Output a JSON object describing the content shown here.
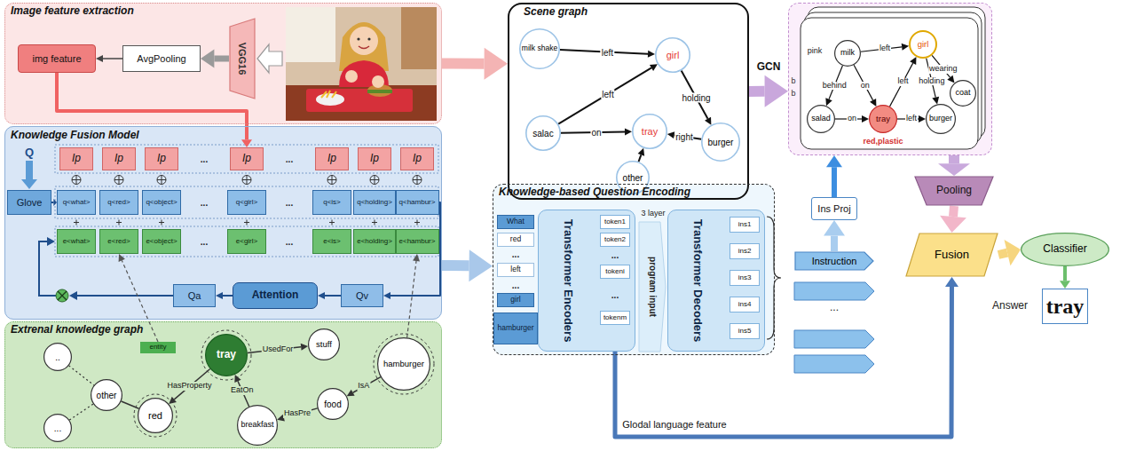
{
  "diagram": {
    "nodes": [
      {
        "text": [
          "Image feature extraction"
        ]
      },
      {
        "text": [
          "img feature"
        ],
        "in": 0
      },
      {
        "text": [
          "AvgPooling"
        ],
        "in": 0
      },
      {
        "text": [
          "VGG16"
        ],
        "in": 0
      },
      {
        "text": [
          "Knowledge Fusion Model"
        ]
      },
      {
        "text": [
          "Ip"
        ],
        "in": 4
      },
      {
        "text": [
          "Ip"
        ],
        "in": 4
      },
      {
        "text": [
          "Ip"
        ],
        "in": 4
      },
      {
        "text": [
          "Ip"
        ],
        "in": 4
      },
      {
        "text": [
          "Ip"
        ],
        "in": 4
      },
      {
        "text": [
          "Ip"
        ],
        "in": 4
      },
      {
        "text": [
          "Ip"
        ],
        "in": 4
      },
      {
        "text": [
          "Glove"
        ],
        "in": 4
      },
      {
        "text": [
          "q<what>"
        ],
        "in": 4
      },
      {
        "text": [
          "q<red>"
        ],
        "in": 4
      },
      {
        "text": [
          "q<object>"
        ],
        "in": 4
      },
      {
        "text": [
          "q<girl>"
        ],
        "in": 4
      },
      {
        "text": [
          "q<is>"
        ],
        "in": 4
      },
      {
        "text": [
          "q<holding>"
        ],
        "in": 4
      },
      {
        "text": [
          "q<hambur>"
        ],
        "in": 4
      },
      {
        "text": [
          "e<what>"
        ],
        "in": 4
      },
      {
        "text": [
          "e<red>"
        ],
        "in": 4
      },
      {
        "text": [
          "e<object>"
        ],
        "in": 4
      },
      {
        "text": [
          "e<girl>"
        ],
        "in": 4
      },
      {
        "text": [
          "e<is>"
        ],
        "in": 4
      },
      {
        "text": [
          "e<holding>"
        ],
        "in": 4
      },
      {
        "text": [
          "e<hambur>"
        ],
        "in": 4
      },
      {
        "text": [
          "Qa"
        ],
        "in": 4
      },
      {
        "text": [
          "Attention"
        ],
        "in": 4
      },
      {
        "text": [
          "Qv"
        ],
        "in": 4
      },
      {
        "text": [
          "Extrenal knowledge graph"
        ]
      },
      {
        "text": [
          ".."
        ],
        "in": 30
      },
      {
        "text": [
          "..."
        ],
        "in": 30
      },
      {
        "text": [
          "other"
        ],
        "in": 30
      },
      {
        "text": [
          "red"
        ],
        "in": 30
      },
      {
        "text": [
          "entity"
        ],
        "in": 30
      },
      {
        "text": [
          "tray"
        ],
        "in": 30
      },
      {
        "text": [
          "stuff"
        ],
        "in": 30
      },
      {
        "text": [
          "food"
        ],
        "in": 30
      },
      {
        "text": [
          "hamburger"
        ],
        "in": 30
      },
      {
        "text": [
          "breakfast"
        ],
        "in": 30
      },
      {
        "text": [
          "Scene graph"
        ]
      },
      {
        "text": [
          "milk shake"
        ],
        "in": 41
      },
      {
        "text": [
          "girl"
        ],
        "in": 41
      },
      {
        "text": [
          "salac"
        ],
        "in": 41
      },
      {
        "text": [
          "tray"
        ],
        "in": 41
      },
      {
        "text": [
          "burger"
        ],
        "in": 41
      },
      {
        "text": [
          "other"
        ],
        "in": 41
      },
      {
        "text": [
          "Knowledge-based Question Encoding"
        ]
      },
      {
        "text": [
          "Transformer Encoders"
        ],
        "in": 48
      },
      {
        "text": [
          "What"
        ],
        "in": 48
      },
      {
        "text": [
          "red"
        ],
        "in": 48
      },
      {
        "text": [
          "left"
        ],
        "in": 48
      },
      {
        "text": [
          "girl"
        ],
        "in": 48
      },
      {
        "text": [
          "hamburger"
        ],
        "in": 48
      },
      {
        "text": [
          "token1"
        ],
        "in": 49
      },
      {
        "text": [
          "token2"
        ],
        "in": 49
      },
      {
        "text": [
          "tokeni"
        ],
        "in": 49
      },
      {
        "text": [
          "tokenm"
        ],
        "in": 49
      },
      {
        "text": [
          "Transformer Decoders"
        ],
        "in": 48
      },
      {
        "text": [
          "ins1"
        ],
        "in": 59
      },
      {
        "text": [
          "ins2"
        ],
        "in": 59
      },
      {
        "text": [
          "ins3"
        ],
        "in": 59
      },
      {
        "text": [
          "ins4"
        ],
        "in": 59
      },
      {
        "text": [
          "ins5"
        ],
        "in": 59
      },
      {
        "text": [
          "Instruction"
        ]
      },
      {
        "text": [
          "Ins Proj"
        ]
      },
      {
        "text": [
          "b",
          "b"
        ]
      },
      {
        "text": [
          "milk"
        ],
        "in": 67
      },
      {
        "text": [
          "girl"
        ],
        "in": 67
      },
      {
        "text": [
          "salad"
        ],
        "in": 67
      },
      {
        "text": [
          "tray"
        ],
        "in": 67
      },
      {
        "text": [
          "burger"
        ],
        "in": 67
      },
      {
        "text": [
          "coat"
        ],
        "in": 67
      },
      {
        "text": [
          "Pooling"
        ]
      },
      {
        "text": [
          "Fusion"
        ]
      },
      {
        "text": [
          "Classifier"
        ]
      },
      {
        "text": [
          "tray"
        ]
      }
    ],
    "edges": [
      {
        "from": 3,
        "to": 2,
        "arrow": "to"
      },
      {
        "from": 2,
        "to": 1,
        "arrow": "to"
      },
      {
        "from": 1,
        "to": 8,
        "arrow": "to"
      },
      {
        "from": 0,
        "to": 41,
        "arrow": "to"
      },
      {
        "from": 12,
        "to": 13,
        "arrow": "to"
      },
      {
        "from": 19,
        "to": 29,
        "arrow": "to"
      },
      {
        "from": 29,
        "to": 28,
        "arrow": "to"
      },
      {
        "from": 28,
        "to": 27,
        "arrow": "to"
      },
      {
        "from": 35,
        "to": 21,
        "arrow": "to"
      },
      {
        "from": 39,
        "to": 26,
        "arrow": "to"
      },
      {
        "from": 31,
        "to": 33,
        "arrow": "none"
      },
      {
        "from": 32,
        "to": 33,
        "arrow": "none"
      },
      {
        "from": 33,
        "to": 34,
        "arrow": "none"
      },
      {
        "from": 36,
        "to": 34,
        "label": "HasProperty",
        "arrow": "to"
      },
      {
        "from": 36,
        "to": 37,
        "label": "UsedFor",
        "arrow": "to"
      },
      {
        "from": 39,
        "to": 38,
        "label": "IsA",
        "arrow": "to"
      },
      {
        "from": 38,
        "to": 40,
        "label": "HasPre",
        "arrow": "to"
      },
      {
        "from": 40,
        "to": 36,
        "label": "EatOn",
        "arrow": "to"
      },
      {
        "from": 42,
        "to": 43,
        "label": "left",
        "arrow": "to"
      },
      {
        "from": 44,
        "to": 43,
        "label": "left",
        "arrow": "to"
      },
      {
        "from": 44,
        "to": 45,
        "label": "on",
        "arrow": "to"
      },
      {
        "from": 43,
        "to": 46,
        "label": "holding",
        "arrow": "to"
      },
      {
        "from": 46,
        "to": 45,
        "label": "right",
        "arrow": "to"
      },
      {
        "from": 47,
        "to": 45,
        "arrow": "to"
      },
      {
        "from": 4,
        "to": 48,
        "arrow": "to"
      },
      {
        "from": 41,
        "to": 67,
        "label": "GCN",
        "arrow": "to"
      },
      {
        "from": 58,
        "to": 75,
        "label": "Glodal language feature",
        "arrow": "to"
      },
      {
        "from": 65,
        "to": 66,
        "arrow": "to"
      },
      {
        "from": 66,
        "to": 67,
        "arrow": "to"
      },
      {
        "from": 68,
        "to": 69,
        "label": "left",
        "arrow": "to"
      },
      {
        "from": 68,
        "to": 70,
        "label": "behind",
        "arrow": "to"
      },
      {
        "from": 68,
        "to": 71,
        "label": "on",
        "arrow": "to"
      },
      {
        "from": 70,
        "to": 71,
        "label": "on",
        "arrow": "to"
      },
      {
        "from": 71,
        "to": 69,
        "label": "left",
        "arrow": "to"
      },
      {
        "from": 69,
        "to": 72,
        "label": "holding",
        "arrow": "to"
      },
      {
        "from": 69,
        "to": 73,
        "label": "wearing",
        "arrow": "to"
      },
      {
        "from": 71,
        "to": 72,
        "label": "left",
        "arrow": "to"
      },
      {
        "from": 67,
        "to": 74,
        "arrow": "to"
      },
      {
        "from": 74,
        "to": 75,
        "arrow": "to"
      },
      {
        "from": 75,
        "to": 76,
        "arrow": "to"
      },
      {
        "from": 76,
        "to": 77,
        "arrow": "to"
      }
    ],
    "labels": [
      "Q",
      "...",
      "...",
      "...",
      "...",
      "...",
      "...",
      "3 layer",
      "...",
      "...",
      "...",
      "...",
      "program input",
      "...",
      "pink",
      "red,plastic",
      "Answer"
    ]
  }
}
